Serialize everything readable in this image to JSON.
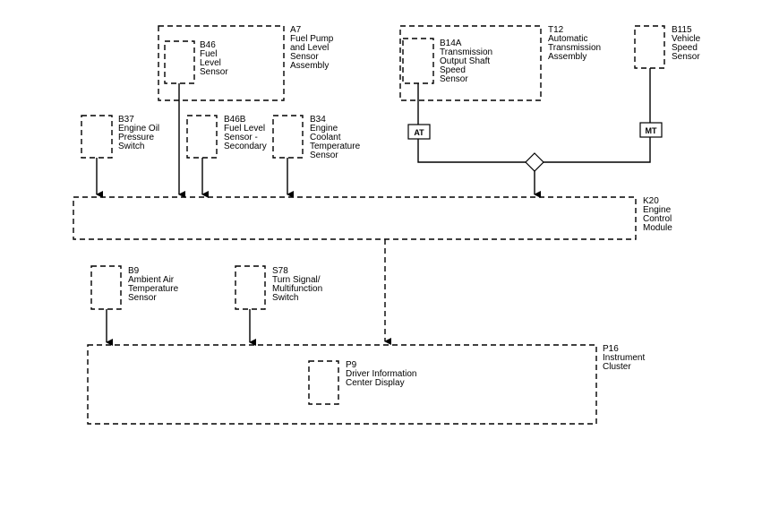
{
  "components": {
    "a7": {
      "id": "A7",
      "name": [
        "Fuel Pump",
        "and Level",
        "Sensor",
        "Assembly"
      ]
    },
    "b46": {
      "id": "B46",
      "name": [
        "Fuel",
        "Level",
        "Sensor"
      ]
    },
    "t12": {
      "id": "T12",
      "name": [
        "Automatic",
        "Transmission",
        "Assembly"
      ]
    },
    "b14a": {
      "id": "B14A",
      "name": [
        "Transmission",
        "Output Shaft",
        "Speed",
        "Sensor"
      ]
    },
    "b115": {
      "id": "B115",
      "name": [
        "Vehicle",
        "Speed",
        "Sensor"
      ]
    },
    "b37": {
      "id": "B37",
      "name": [
        "Engine Oil",
        "Pressure",
        "Switch"
      ]
    },
    "b46b": {
      "id": "B46B",
      "name": [
        "Fuel Level",
        "Sensor -",
        "Secondary"
      ]
    },
    "b34": {
      "id": "B34",
      "name": [
        "Engine",
        "Coolant",
        "Temperature",
        "Sensor"
      ]
    },
    "k20": {
      "id": "K20",
      "name": [
        "Engine",
        "Control",
        "Module"
      ]
    },
    "b9": {
      "id": "B9",
      "name": [
        "Ambient Air",
        "Temperature",
        "Sensor"
      ]
    },
    "s78": {
      "id": "S78",
      "name": [
        "Turn Signal/",
        "Multifunction",
        "Switch"
      ]
    },
    "p16": {
      "id": "P16",
      "name": [
        "Instrument",
        "Cluster"
      ]
    },
    "p9": {
      "id": "P9",
      "name": [
        "Driver Information",
        "Center Display"
      ]
    }
  },
  "tags": {
    "at": "AT",
    "mt": "MT"
  }
}
